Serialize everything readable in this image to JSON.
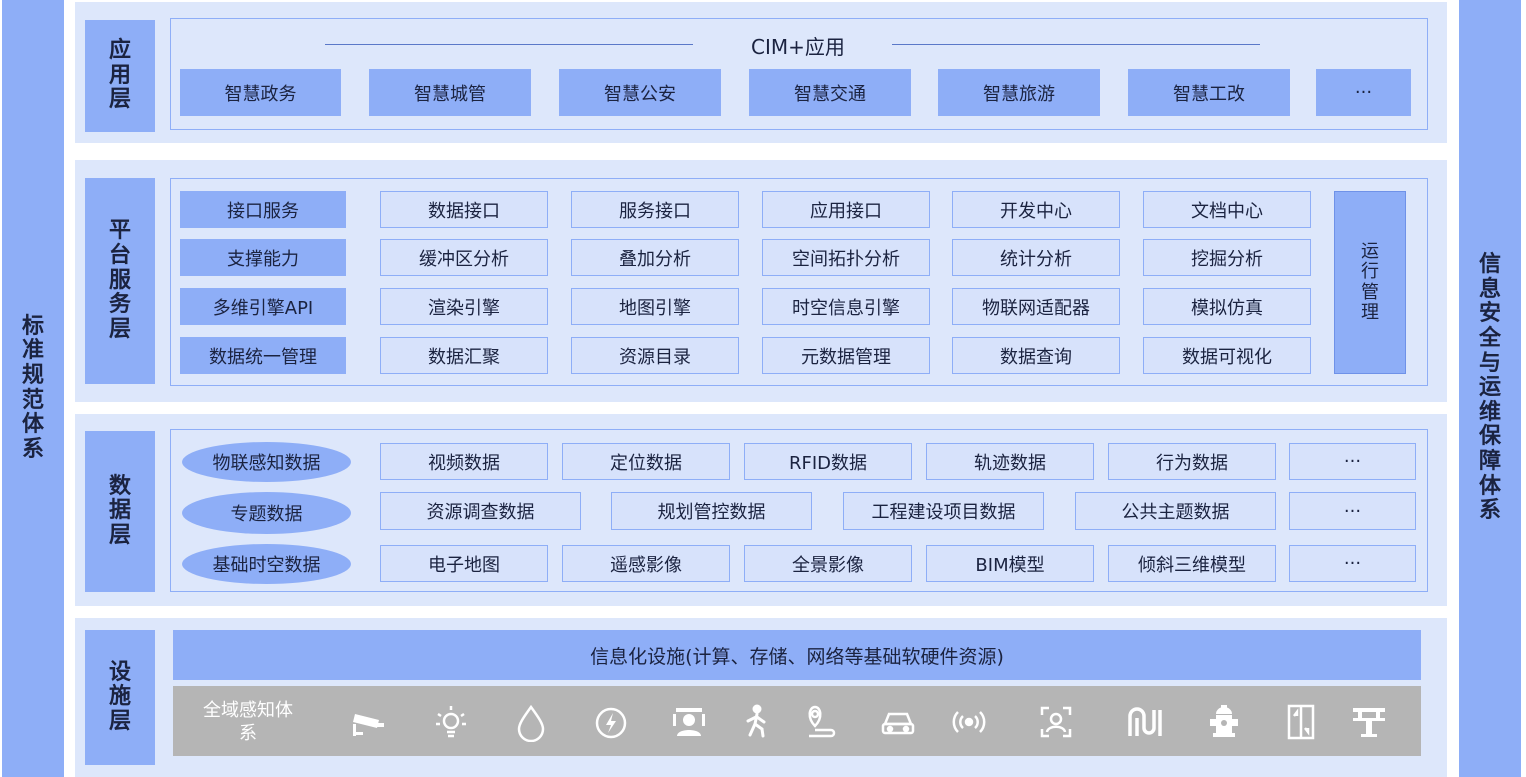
{
  "left_bar": "标准规范体系",
  "right_bar": "信息安全与运维保障体系",
  "app_layer": {
    "label": "应用层",
    "title": "CIM+应用",
    "items": [
      "智慧政务",
      "智慧城管",
      "智慧公安",
      "智慧交通",
      "智慧旅游",
      "智慧工改",
      "···"
    ]
  },
  "platform_layer": {
    "label": "平台服务层",
    "rows": [
      {
        "head": "接口服务",
        "items": [
          "数据接口",
          "服务接口",
          "应用接口",
          "开发中心",
          "文档中心"
        ]
      },
      {
        "head": "支撑能力",
        "items": [
          "缓冲区分析",
          "叠加分析",
          "空间拓扑分析",
          "统计分析",
          "挖掘分析"
        ]
      },
      {
        "head": "多维引擎API",
        "items": [
          "渲染引擎",
          "地图引擎",
          "时空信息引擎",
          "物联网适配器",
          "模拟仿真"
        ]
      },
      {
        "head": "数据统一管理",
        "items": [
          "数据汇聚",
          "资源目录",
          "元数据管理",
          "数据查询",
          "数据可视化"
        ]
      }
    ],
    "ops": "运行管理"
  },
  "data_layer": {
    "label": "数据层",
    "rows": [
      {
        "head": "物联感知数据",
        "items": [
          "视频数据",
          "定位数据",
          "RFID数据",
          "轨迹数据",
          "行为数据",
          "···"
        ]
      },
      {
        "head": "专题数据",
        "items": [
          "资源调查数据",
          "规划管控数据",
          "工程建设项目数据",
          "公共主题数据",
          "···"
        ]
      },
      {
        "head": "基础时空数据",
        "items": [
          "电子地图",
          "遥感影像",
          "全景影像",
          "BIM模型",
          "倾斜三维模型",
          "···"
        ]
      }
    ]
  },
  "infra_layer": {
    "label": "设施层",
    "bar": "信息化设施(计算、存储、网络等基础软硬件资源)",
    "perception_label": "全域感知体系",
    "icons": [
      "cctv-camera-icon",
      "street-light-icon",
      "water-drop-icon",
      "power-meter-icon",
      "person-id-icon",
      "pedestrian-icon",
      "location-route-icon",
      "car-icon",
      "wireless-signal-icon",
      "face-scan-icon",
      "pipeline-icon",
      "fire-hydrant-icon",
      "elevator-icon",
      "bridge-icon"
    ]
  }
}
